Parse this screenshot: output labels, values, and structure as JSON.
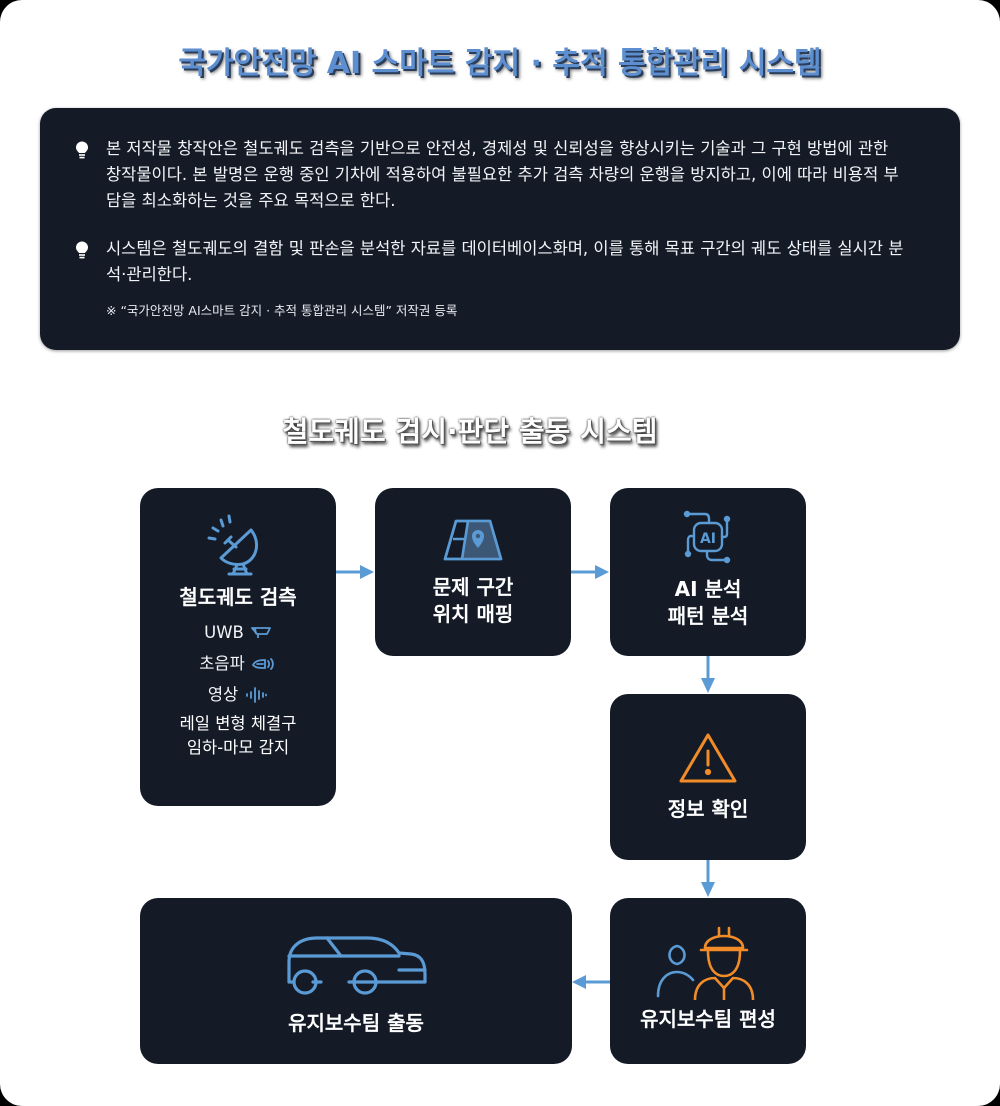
{
  "header": {
    "title": "국가안전망 AI 스마트 감지 · 추적 통합관리 시스템"
  },
  "info": {
    "bullets": [
      {
        "icon": "lightbulb-icon",
        "text": "본 저작물 창작안은 철도궤도 검측을 기반으로 안전성, 경제성 및 신뢰성을 향상시키는 기술과 그 구현 방법에 관한 창작물이다. 본 발명은 운행 중인 기차에 적용하여 불필요한 추가 검측 차량의 운행을 방지하고, 이에 따라 비용적 부담을 최소화하는 것을 주요 목적으로 한다."
      },
      {
        "icon": "lightbulb-icon",
        "text": "시스템은 철도궤도의 결함 및 판손을 분석한 자료를 데이터베이스화며, 이를 통해 목표 구간의 궤도 상태를 실시간 분석·관리한다."
      }
    ],
    "note": "※ “국가안전망 AI스마트 감지 · 추적 통합관리 시스템” 저작권 등록"
  },
  "diagram": {
    "title": "철도궤도 검시·판단 출동 시스템",
    "colors": {
      "node_bg": "#141b27",
      "accent_blue": "#5b9bd5",
      "accent_orange": "#f28c28",
      "text": "#ffffff"
    },
    "nodes": {
      "detection": {
        "icon": "satellite-dish-icon",
        "label": "철도궤도 검측",
        "sensors": [
          {
            "label": "UWB",
            "icon": "uwb-sensor-icon"
          },
          {
            "label": "초음파",
            "icon": "ultrasonic-icon"
          },
          {
            "label": "영상",
            "icon": "waveform-icon"
          }
        ],
        "extra_line1": "레일 변형 체결구",
        "extra_line2": "임하-마모 감지"
      },
      "mapping": {
        "icon": "map-pin-icon",
        "line1": "문제 구간",
        "line2": "위치 매핑"
      },
      "ai": {
        "icon": "ai-chip-icon",
        "line1": "AI 분석",
        "line2": "패턴 분석"
      },
      "confirm": {
        "icon": "warning-icon",
        "label": "정보 확인"
      },
      "team": {
        "icon": "worker-team-icon",
        "label": "유지보수팀 편성"
      },
      "dispatch": {
        "icon": "car-icon",
        "label": "유지보수팀 출동"
      }
    },
    "edges": [
      {
        "from": "detection",
        "to": "mapping"
      },
      {
        "from": "mapping",
        "to": "ai"
      },
      {
        "from": "ai",
        "to": "confirm"
      },
      {
        "from": "confirm",
        "to": "team"
      },
      {
        "from": "team",
        "to": "dispatch"
      }
    ]
  }
}
